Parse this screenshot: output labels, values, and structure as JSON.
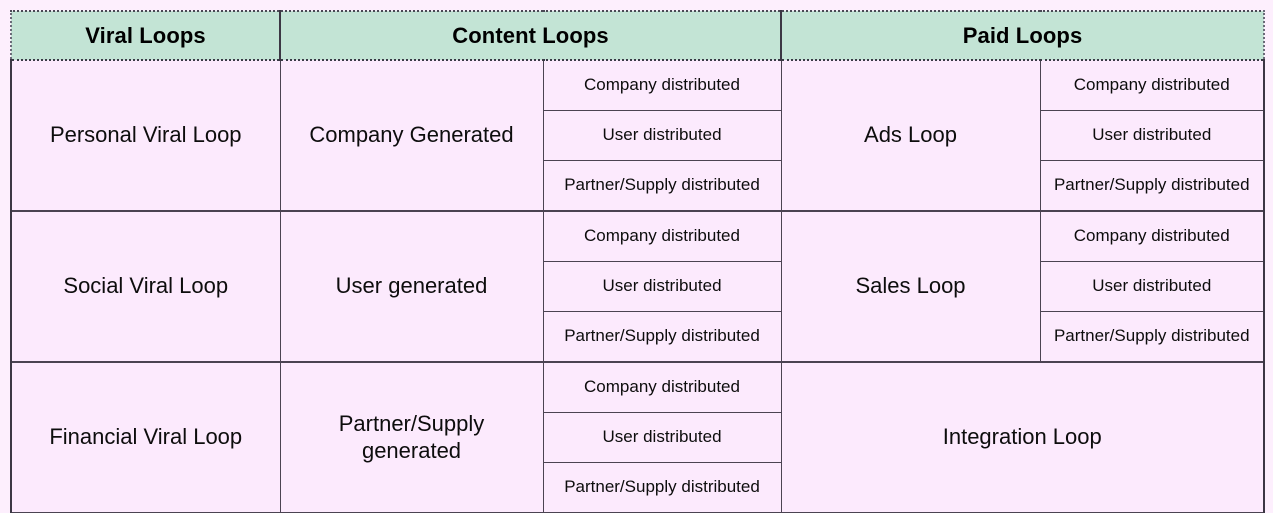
{
  "table": {
    "headers": [
      {
        "label": "Viral Loops"
      },
      {
        "label": "Content Loops"
      },
      {
        "label": "Paid Loops"
      }
    ],
    "distribution_labels": {
      "company": "Company distributed",
      "user": "User distributed",
      "partner": "Partner/Supply distributed"
    },
    "rows": [
      {
        "viral_loop": "Personal Viral Loop",
        "content_loop": "Company Generated",
        "content_sub": [
          "Company distributed",
          "User distributed",
          "Partner/Supply distributed"
        ],
        "paid_loop": "Ads Loop",
        "paid_sub": [
          "Company distributed",
          "User distributed",
          "Partner/Supply distributed"
        ]
      },
      {
        "viral_loop": "Social Viral Loop",
        "content_loop": "User generated",
        "content_sub": [
          "Company distributed",
          "User distributed",
          "Partner/Supply distributed"
        ],
        "paid_loop": "Sales Loop",
        "paid_sub": [
          "Company distributed",
          "User distributed",
          "Partner/Supply distributed"
        ]
      },
      {
        "viral_loop": "Financial Viral Loop",
        "content_loop": "Partner/Supply generated",
        "content_sub": [
          "Company distributed",
          "User distributed",
          "Partner/Supply distributed"
        ],
        "paid_loop": "Integration Loop",
        "paid_sub": []
      }
    ]
  },
  "colors": {
    "header_background": "#c3e4d5",
    "cell_background": "#fceafd",
    "page_background": "#fdeffd",
    "border": "#4b4352",
    "text": "#0d0d0d"
  }
}
